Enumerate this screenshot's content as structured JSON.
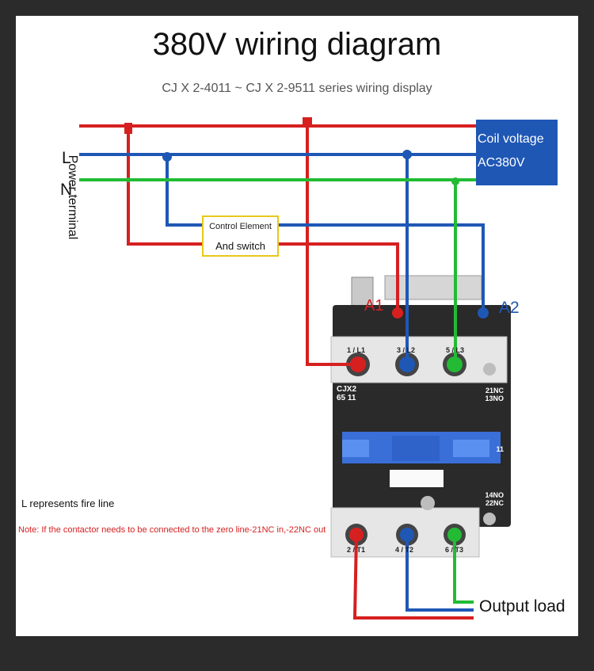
{
  "title": "380V wiring diagram",
  "subtitle": "CJ X 2-4011 ~ CJ X 2-9511 series wiring display",
  "power_terminal_label": "Power terminal",
  "line_L": "L",
  "line_N": "N",
  "coil": {
    "line1": "Coil voltage",
    "line2": "AC380V"
  },
  "control_element": {
    "line1": "Control Element",
    "line2": "And switch"
  },
  "terminals": {
    "a1": "A1",
    "a2": "A2",
    "l1": "1 / L1",
    "l2": "3 / L2",
    "l3": "5 / L3",
    "t1": "2 / T1",
    "t2": "4 / T2",
    "t3": "6 / T3"
  },
  "contactor": {
    "model_line1": "CJX2",
    "model_line2": "65 11",
    "aux_top_1": "21NC",
    "aux_top_2": "13NO",
    "aux_mid": "11",
    "aux_bot_1": "14NO",
    "aux_bot_2": "22NC"
  },
  "fire_line_note": "L represents fire line",
  "note": "Note: If the contactor needs to be connected to the zero line-21NC in,-22NC out",
  "output_load": "Output load",
  "colors": {
    "red": "#d62020",
    "blue": "#1f57b5",
    "green": "#22bb33",
    "coil_box": "#1f57b5",
    "control_border": "#e8c81a"
  }
}
